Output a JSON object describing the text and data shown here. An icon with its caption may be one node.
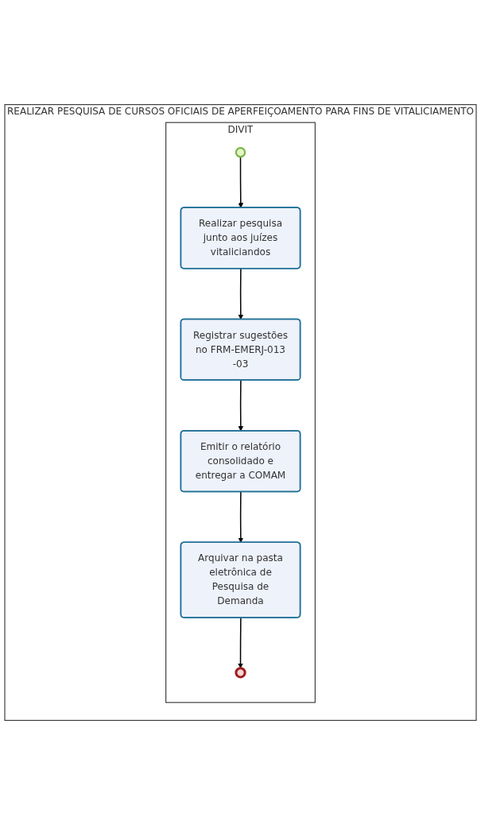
{
  "diagram": {
    "nodes": [
      {
        "text": [
          "REALIZAR PESQUISA DE CURSOS OFICIAIS DE APERFEIÇOAMENTO PARA FINS DE VITALICIAMENTO"
        ]
      },
      {
        "text": [
          "DIVIT"
        ],
        "in": 0
      },
      {
        "text": [],
        "shape": "circle",
        "in": 1
      },
      {
        "text": [
          "Realizar pesquisa junto aos juízes vitaliciandos"
        ],
        "in": 1
      },
      {
        "text": [
          "Registrar sugestões no FRM-EMERJ-013 -03"
        ],
        "in": 1
      },
      {
        "text": [
          "Emitir o relatório consolidado e entregar a COMAM"
        ],
        "in": 1
      },
      {
        "text": [
          "Arquivar na pasta eletrônica de Pesquisa de Demanda"
        ],
        "in": 1
      },
      {
        "text": [],
        "shape": "circle",
        "in": 1
      }
    ],
    "edges": [
      {
        "from": 2,
        "to": 3,
        "arrow": "to"
      },
      {
        "from": 3,
        "to": 4,
        "arrow": "to"
      },
      {
        "from": 4,
        "to": 5,
        "arrow": "to"
      },
      {
        "from": 5,
        "to": 6,
        "arrow": "to"
      },
      {
        "from": 6,
        "to": 7,
        "arrow": "to"
      }
    ]
  }
}
